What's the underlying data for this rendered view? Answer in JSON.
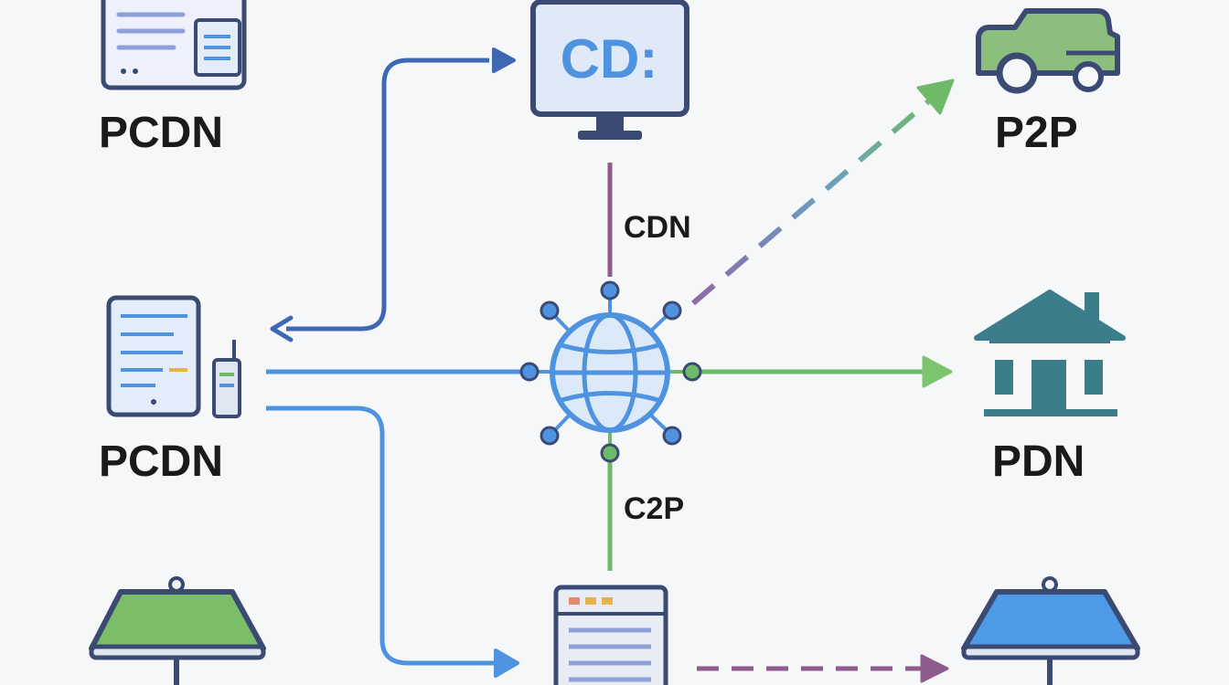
{
  "labels": {
    "pcdn_top": "PCDN",
    "pcdn_mid": "PCDN",
    "p2p": "P2P",
    "pdn": "PDN",
    "cdn": "CDN",
    "c2p": "C2P",
    "monitor_text": "CD:"
  },
  "colors": {
    "blue_dark": "#3f68b4",
    "blue": "#4f93e0",
    "green": "#6fba6a",
    "purple": "#8e5b8e",
    "teal": "#3c7d8c",
    "outline": "#3b4a73"
  },
  "icons": [
    "document-window-icon",
    "monitor-icon",
    "car-icon",
    "tablet-phone-icon",
    "globe-network-icon",
    "house-icon",
    "server-icon",
    "green-umbrella-icon",
    "blue-umbrella-icon"
  ]
}
